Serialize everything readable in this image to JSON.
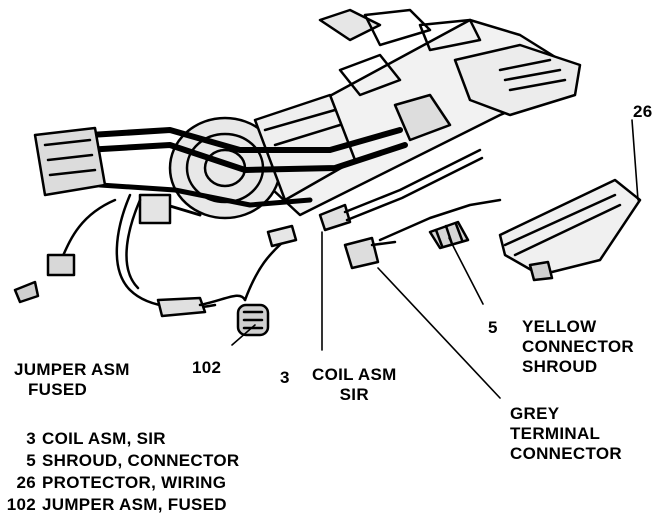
{
  "callouts": {
    "c26": "26",
    "c5": "5",
    "c102": "102",
    "c3": "3",
    "yellow": [
      "YELLOW",
      "CONNECTOR",
      "SHROUD"
    ],
    "coil": [
      "COIL ASM",
      "SIR"
    ],
    "jumper": [
      "JUMPER ASM",
      "FUSED"
    ],
    "grey": [
      "GREY",
      "TERMINAL",
      "CONNECTOR"
    ]
  },
  "legend": [
    {
      "num": "3",
      "text": "COIL ASM, SIR"
    },
    {
      "num": "5",
      "text": "SHROUD, CONNECTOR"
    },
    {
      "num": "26",
      "text": "PROTECTOR, WIRING"
    },
    {
      "num": "102",
      "text": "JUMPER ASM, FUSED"
    }
  ]
}
